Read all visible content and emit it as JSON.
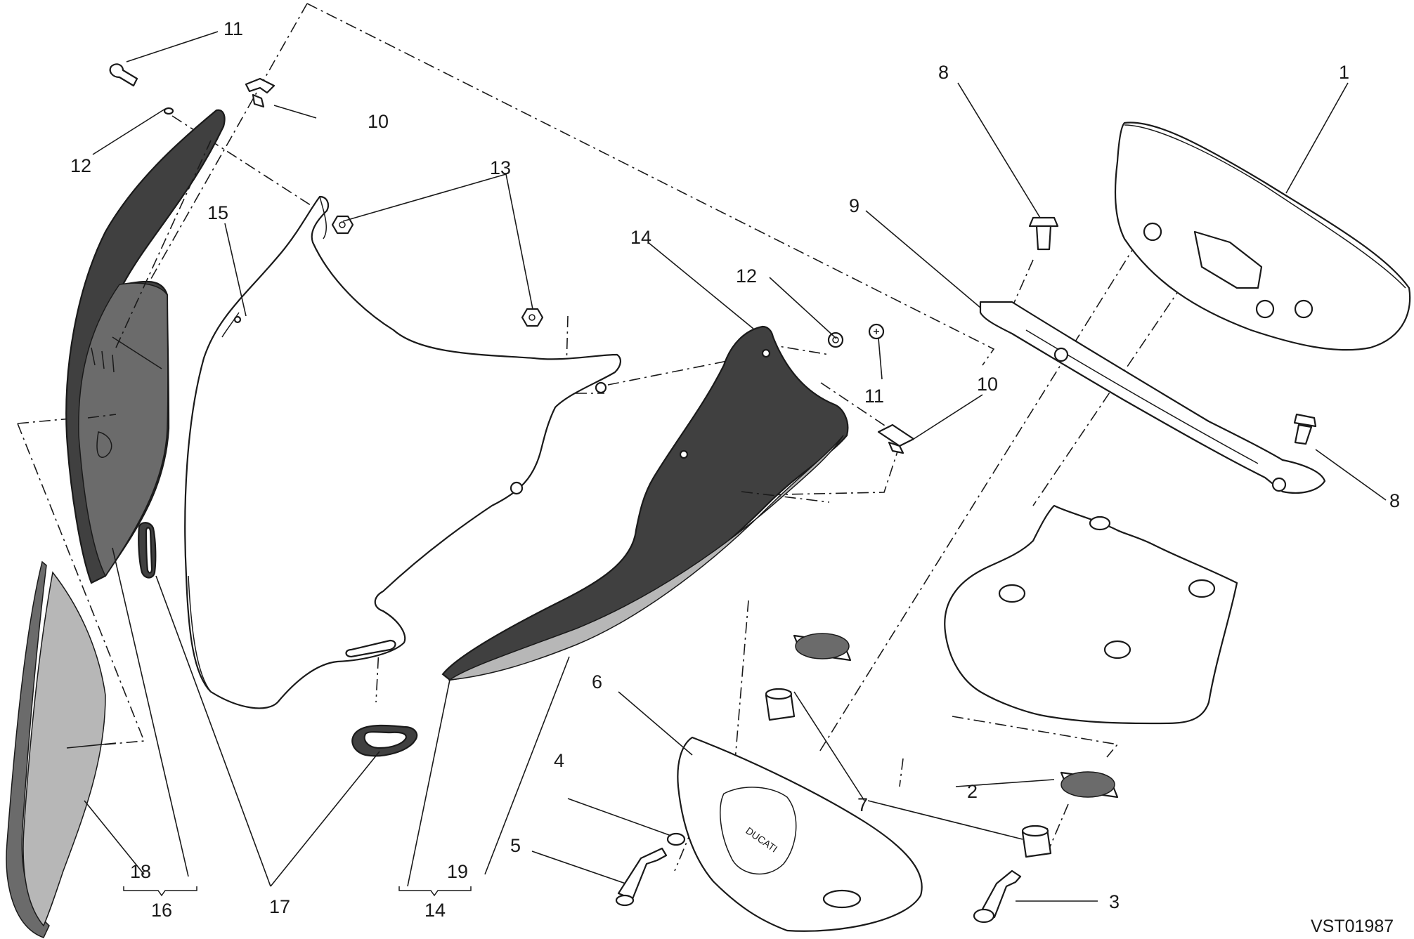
{
  "drawing_code": "VST01987",
  "callouts": [
    {
      "id": "c1",
      "text": "1"
    },
    {
      "id": "c2",
      "text": "2"
    },
    {
      "id": "c3",
      "text": "3"
    },
    {
      "id": "c4",
      "text": "4"
    },
    {
      "id": "c5",
      "text": "5"
    },
    {
      "id": "c6",
      "text": "6"
    },
    {
      "id": "c7",
      "text": "7"
    },
    {
      "id": "c8a",
      "text": "8"
    },
    {
      "id": "c8b",
      "text": "8"
    },
    {
      "id": "c9",
      "text": "9"
    },
    {
      "id": "c10a",
      "text": "10"
    },
    {
      "id": "c10b",
      "text": "10"
    },
    {
      "id": "c11a",
      "text": "11"
    },
    {
      "id": "c11b",
      "text": "11"
    },
    {
      "id": "c12a",
      "text": "12"
    },
    {
      "id": "c12b",
      "text": "12"
    },
    {
      "id": "c13",
      "text": "13"
    },
    {
      "id": "c14a",
      "text": "14"
    },
    {
      "id": "c14b",
      "text": "14"
    },
    {
      "id": "c15",
      "text": "15"
    },
    {
      "id": "c16",
      "text": "16"
    },
    {
      "id": "c17",
      "text": "17"
    },
    {
      "id": "c18",
      "text": "18"
    },
    {
      "id": "c19",
      "text": "19"
    }
  ],
  "brand_mark": "DUCATI"
}
